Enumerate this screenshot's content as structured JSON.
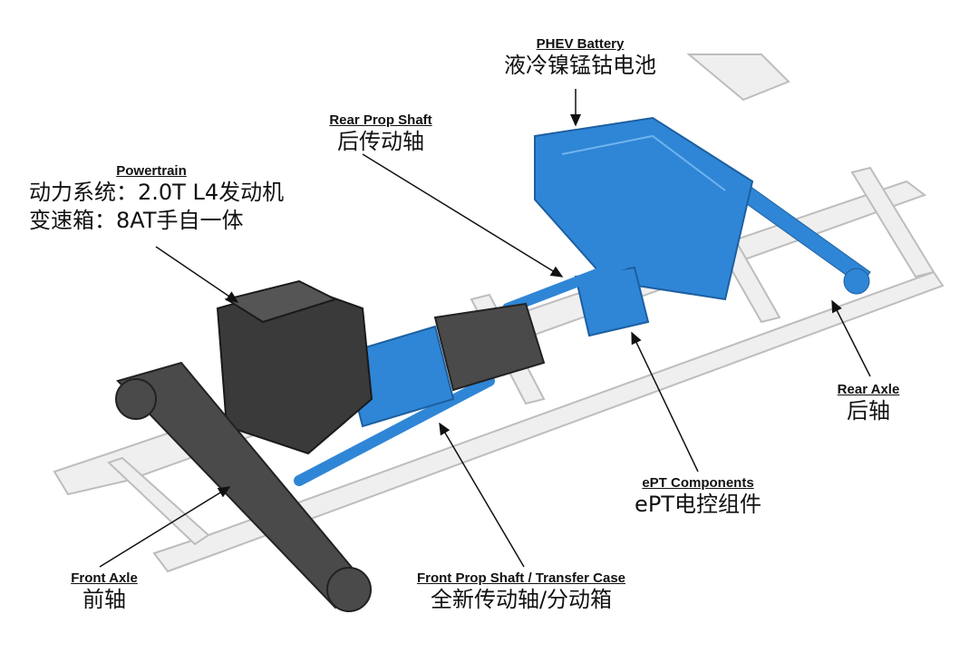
{
  "colors": {
    "component_blue": "#2f86d6",
    "engine_dark": "#3a3a3a",
    "frame": "#e6e6e6"
  },
  "labels": {
    "battery": {
      "en": "PHEV Battery",
      "zh": "液冷镍锰钴电池"
    },
    "rear_prop_shaft": {
      "en": "Rear Prop Shaft",
      "zh": "后传动轴"
    },
    "powertrain": {
      "en": "Powertrain",
      "zh_line1": "动力系统：2.0T L4发动机",
      "zh_line2": "变速箱：8AT手自一体"
    },
    "rear_axle": {
      "en": "Rear Axle",
      "zh": "后轴"
    },
    "ept": {
      "en": "ePT Components",
      "zh": "ePT电控组件"
    },
    "front_axle": {
      "en": "Front Axle",
      "zh": "前轴"
    },
    "front_prop_shaft": {
      "en": "Front Prop Shaft / Transfer Case",
      "zh": "全新传动轴/分动箱"
    }
  }
}
